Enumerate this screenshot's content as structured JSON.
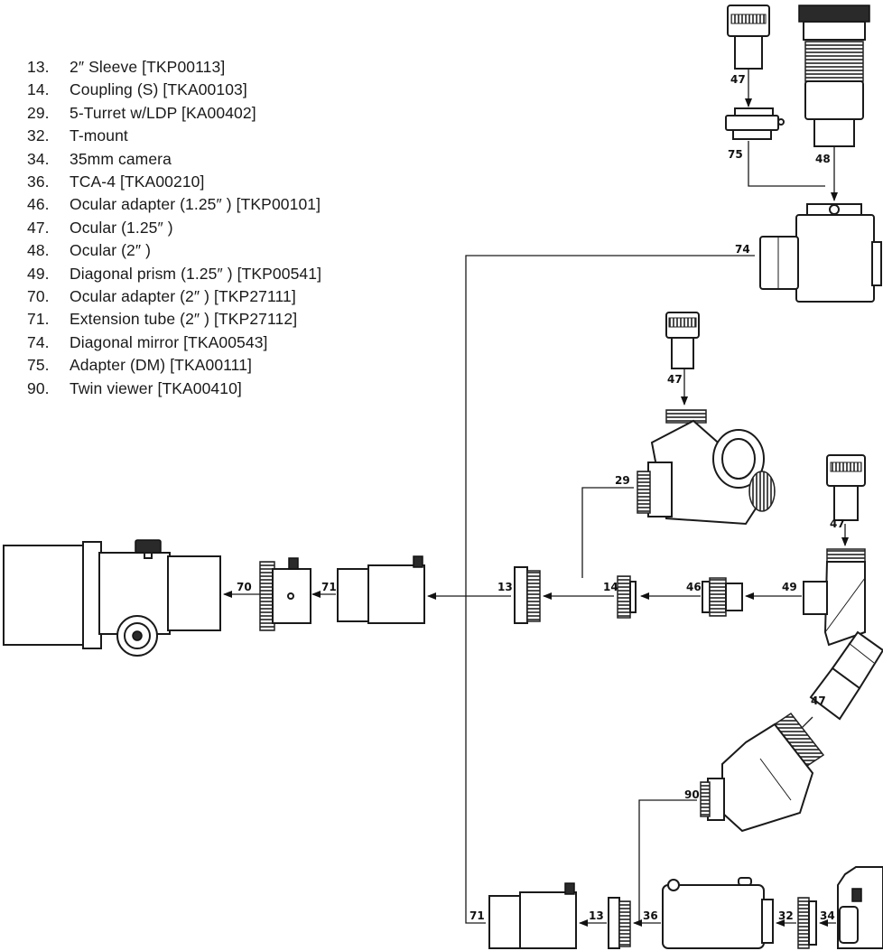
{
  "legend": [
    {
      "num": "13.",
      "desc": "2″ Sleeve [TKP00113]"
    },
    {
      "num": "14.",
      "desc": "Coupling (S) [TKA00103]"
    },
    {
      "num": "29.",
      "desc": "5-Turret w/LDP [KA00402]"
    },
    {
      "num": "32.",
      "desc": "T-mount"
    },
    {
      "num": "34.",
      "desc": "35mm camera"
    },
    {
      "num": "36.",
      "desc": "TCA-4 [TKA00210]"
    },
    {
      "num": "46.",
      "desc": "Ocular adapter (1.25″ ) [TKP00101]"
    },
    {
      "num": "47.",
      "desc": "Ocular (1.25″ )"
    },
    {
      "num": "48.",
      "desc": "Ocular (2″ )"
    },
    {
      "num": "49.",
      "desc": "Diagonal prism (1.25″ ) [TKP00541]"
    },
    {
      "num": "70.",
      "desc": "Ocular adapter (2″ ) [TKP27111]"
    },
    {
      "num": "71.",
      "desc": "Extension tube (2″ ) [TKP27112]"
    },
    {
      "num": "74.",
      "desc": "Diagonal mirror [TKA00543]"
    },
    {
      "num": "75.",
      "desc": "Adapter (DM) [TKA00111]"
    },
    {
      "num": "90.",
      "desc": "Twin viewer [TKA00410]"
    }
  ],
  "callouts": {
    "c47_top": "47",
    "c75": "75",
    "c48": "48",
    "c74": "74",
    "c47_turret": "47",
    "c29": "29",
    "c47_prism": "47",
    "c70": "70",
    "c71_mid": "71",
    "c13_mid": "13",
    "c14": "14",
    "c46": "46",
    "c49": "49",
    "c47_twin": "47",
    "c90": "90",
    "c71_bot": "71",
    "c13_bot": "13",
    "c36": "36",
    "c32": "32",
    "c34": "34"
  }
}
